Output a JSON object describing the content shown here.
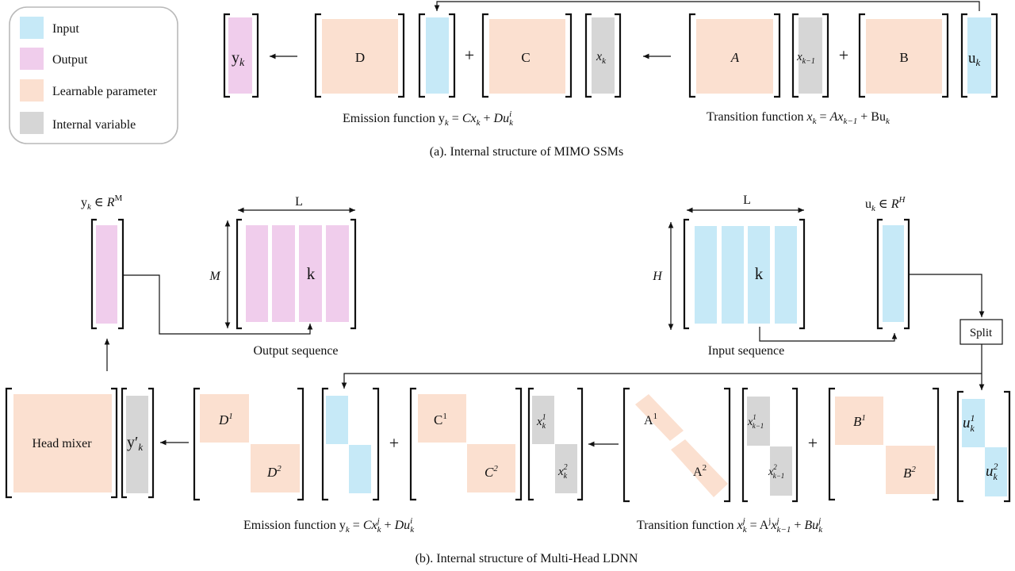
{
  "colors": {
    "input": "#c6e9f7",
    "output": "#f0cdec",
    "learnable": "#fbe0d0",
    "internal": "#d6d6d6"
  },
  "legend": {
    "items": [
      {
        "label": "Input",
        "color": "input"
      },
      {
        "label": "Output",
        "color": "output"
      },
      {
        "label": "Learnable parameter",
        "color": "learnable"
      },
      {
        "label": "Internal variable",
        "color": "internal"
      }
    ]
  },
  "part_a": {
    "caption": "(a). Internal structure of MIMO SSMs",
    "blocks": {
      "yk": "y",
      "yk_sub": "k",
      "D": "D",
      "C": "C",
      "xk": "x",
      "xk_sub": "k",
      "A": "A",
      "xkm1": "x",
      "xkm1_sub": "k−1",
      "B": "B",
      "uk": "u",
      "uk_sub": "k"
    },
    "operators": {
      "plus1": "+",
      "plus2": "+"
    },
    "emission": {
      "text": "Emission function ",
      "y": "y",
      "ysub": "k",
      "eq": " = ",
      "C": "Cx",
      "Csub": "k",
      "plus": " + ",
      "D": "Du",
      "Dsup": "i",
      "Dsub": "k"
    },
    "transition": {
      "text": "Transition function ",
      "x": "x",
      "xsub": "k",
      "eq": " = ",
      "A": "Ax",
      "Asub": "k−1",
      "plus": " + ",
      "B": "Bu",
      "Bsub": "k"
    }
  },
  "part_b": {
    "caption": "(b). Internal structure of Multi-Head  LDNN",
    "output_vector": {
      "y": "y",
      "ysub": "k",
      "in": " ∈ ",
      "R": "R",
      "Rsup": "M"
    },
    "input_vector": {
      "u": "u",
      "usub": "k",
      "in": " ∈ ",
      "R": "R",
      "Rsup": "H"
    },
    "output_sequence": {
      "label": "Output sequence",
      "dim_width": "L",
      "dim_height": "M",
      "marker": "k"
    },
    "input_sequence": {
      "label": "Input sequence",
      "dim_width": "L",
      "dim_height": "H",
      "marker": "k"
    },
    "split": "Split",
    "head_mixer": "Head mixer",
    "blocks": {
      "yprime": "y′",
      "yprime_sub": "k",
      "D1": "D",
      "D1sup": "1",
      "D2": "D",
      "D2sup": "2",
      "C1": "C",
      "C1sup": "1",
      "C2": "C",
      "C2sup": "2",
      "x1": "x",
      "x1sup": "1",
      "x1sub": "k",
      "x2": "x",
      "x2sup": "2",
      "x2sub": "k",
      "A1": "A",
      "A1sup": "1",
      "A2": "A",
      "A2sup": "2",
      "xm1": "x",
      "xm1sup": "1",
      "xm1sub": "k−1",
      "xm2": "x",
      "xm2sup": "2",
      "xm2sub": "k−1",
      "B1": "B",
      "B1sup": "1",
      "B2": "B",
      "B2sup": "2",
      "u1": "u",
      "u1sup": "1",
      "u1sub": "k",
      "u2": "u",
      "u2sup": "2",
      "u2sub": "k"
    },
    "operators": {
      "plus1": "+",
      "plus2": "+"
    },
    "emission": {
      "text": "Emission function ",
      "y": "y",
      "ysub": "k",
      "eq": " = ",
      "C": "Cx",
      "Csup": "j",
      "Csub": "k",
      "plus": " + ",
      "D": "Du",
      "Dsup": "i",
      "Dsub": "k"
    },
    "transition": {
      "text": "Transition function ",
      "x": "x",
      "xsup": "j",
      "xsub": "k",
      "eq": " = ",
      "A": "A",
      "Asup": "j",
      "Ax": "x",
      "Axsup": "j",
      "Axsub": "k−1",
      "plus": " + ",
      "B": "Bu",
      "Bsup": "j",
      "Bsub": "k"
    }
  }
}
